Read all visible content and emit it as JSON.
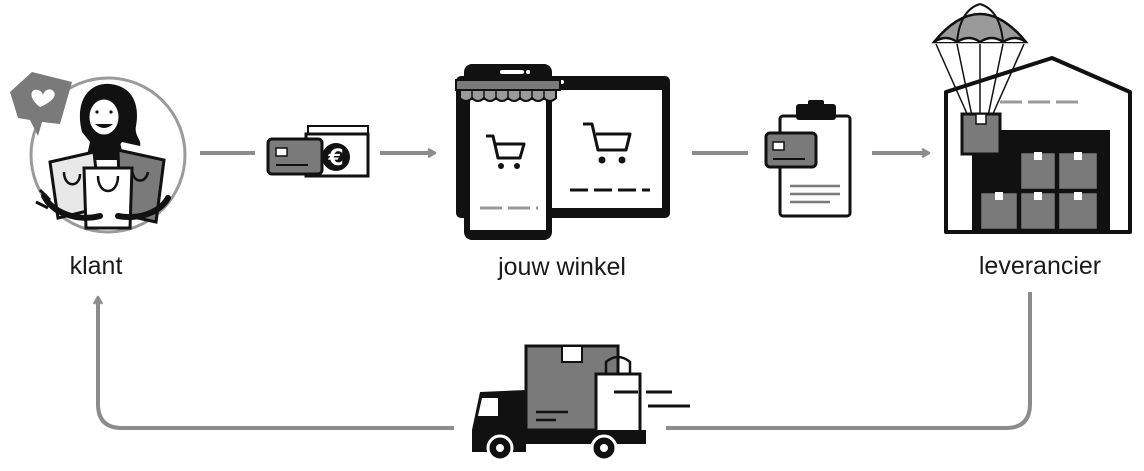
{
  "nodes": {
    "customer": {
      "label": "klant"
    },
    "shop": {
      "label": "jouw winkel"
    },
    "supplier": {
      "label": "leverancier"
    }
  },
  "colors": {
    "ink": "#111111",
    "mid_gray": "#7a7a7a",
    "light_gray": "#bdbdbd",
    "arrow": "#8c8c8c",
    "background": "#ffffff"
  },
  "icons": {
    "customer": "woman-with-shopping-bags-icon",
    "heart": "heart-speech-bubble-icon",
    "payment": "credit-card-and-euro-banknote-icon",
    "shop": "phone-and-tablet-webshop-icon",
    "order": "clipboard-order-with-card-icon",
    "supplier": "warehouse-with-parachute-box-icon",
    "delivery": "delivery-truck-with-box-icon"
  }
}
